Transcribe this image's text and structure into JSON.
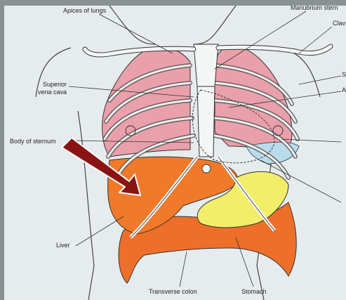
{
  "labels": {
    "apices_of_lungs": "Apices of lungs",
    "manubrium": "Manubrium stern",
    "clavicle": "Clav",
    "superior_vena_cava_1": "Superior",
    "superior_vena_cava_2": "vena cava",
    "body_of_sternum": "Body of sternum",
    "right_label_s": "S",
    "right_label_a": "A",
    "liver": "Liver",
    "transverse_colon": "Transverse colon",
    "stomach": "Stomach"
  },
  "colors": {
    "lung": "#e9a0aa",
    "liver": "#f07a2a",
    "stomach": "#f2ee6a",
    "colon": "#ee6f2a",
    "diaphragm_blue": "#b9dcec",
    "arrow": "#8a1414",
    "line": "#333333"
  },
  "icons": {
    "pointer": "arrow-pointer-icon"
  }
}
